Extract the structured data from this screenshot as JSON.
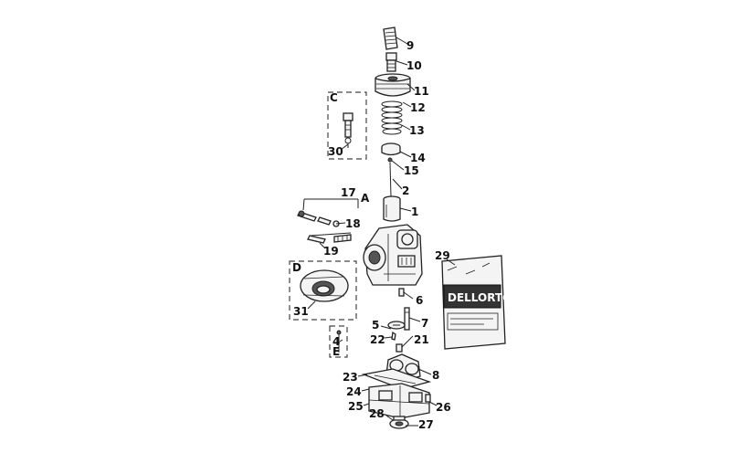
{
  "parts": {
    "p1": "1",
    "p2": "2",
    "p4": "4",
    "p5": "5",
    "p6": "6",
    "p7": "7",
    "p8": "8",
    "p9": "9",
    "p10": "10",
    "p11": "11",
    "p12": "12",
    "p13": "13",
    "p14": "14",
    "p15": "15",
    "p17": "17",
    "p18": "18",
    "p19": "19",
    "p21": "21",
    "p22": "22",
    "p23": "23",
    "p24": "24",
    "p25": "25",
    "p26": "26",
    "p27": "27",
    "p28": "28",
    "p29": "29",
    "p30": "30",
    "p31": "31"
  },
  "groups": {
    "A": "A",
    "C": "C",
    "D": "D",
    "E": "E"
  },
  "bag": {
    "brand": "DELLORTO"
  }
}
